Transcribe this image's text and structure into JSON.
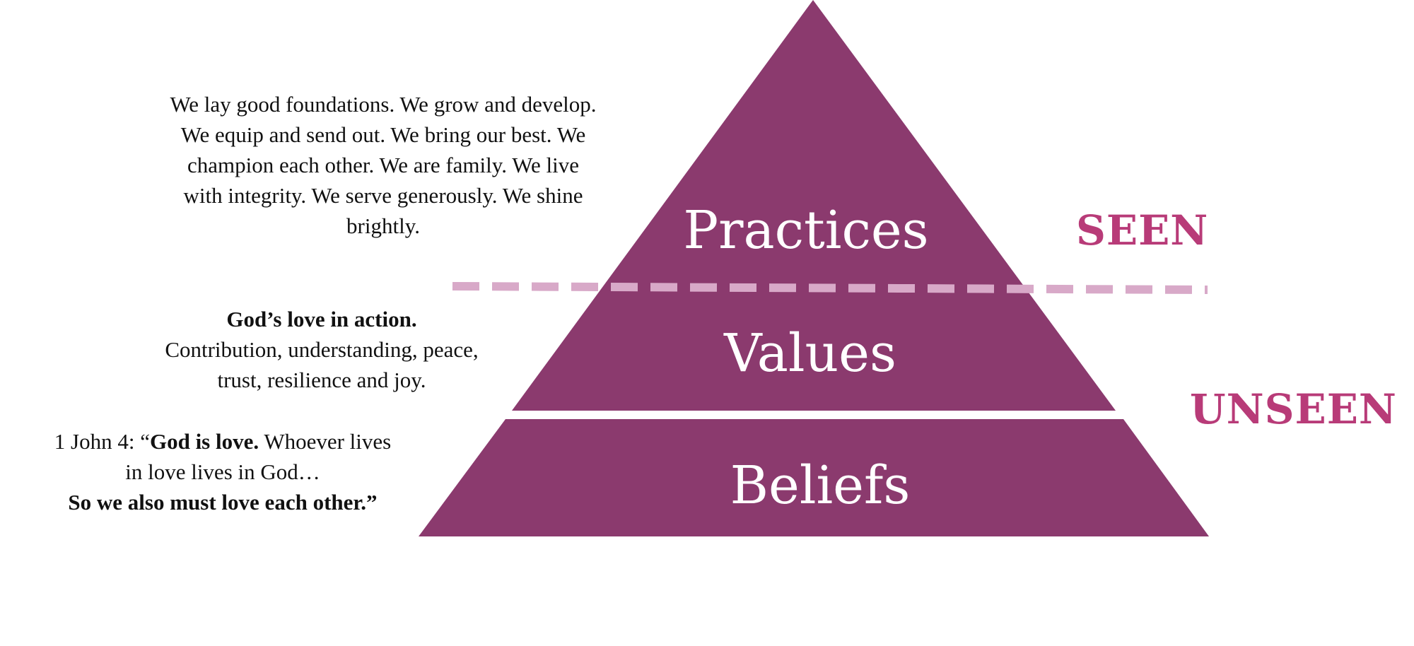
{
  "colors": {
    "pyramid_fill": "#8b3a6e",
    "tier_text": "#ffffff",
    "accent_label": "#b83b78",
    "divider_dash": "#d8a9c8",
    "note_text": "#111111"
  },
  "pyramid": {
    "tiers": [
      {
        "id": "practices",
        "label": "Practices"
      },
      {
        "id": "values",
        "label": "Values"
      },
      {
        "id": "beliefs",
        "label": "Beliefs"
      }
    ]
  },
  "labels": {
    "seen": "SEEN",
    "unseen": "UNSEEN"
  },
  "notes": {
    "practices": {
      "lines": [
        "We lay good foundations. We grow and develop.",
        "We equip and send out. We bring our best. We",
        "champion each other. We are family. We live",
        "with integrity. We serve generously. We shine",
        "brightly."
      ]
    },
    "values": {
      "heading": "God’s love in action.",
      "lines": [
        "Contribution, understanding, peace,",
        "trust, resilience and joy."
      ]
    },
    "beliefs": {
      "prefix": "1 John 4: “",
      "bold_quote": "God is love.",
      "rest_line1": " Whoever lives",
      "line2": "in love lives in God…",
      "bold_line3": "So we also must love each other.”"
    }
  }
}
